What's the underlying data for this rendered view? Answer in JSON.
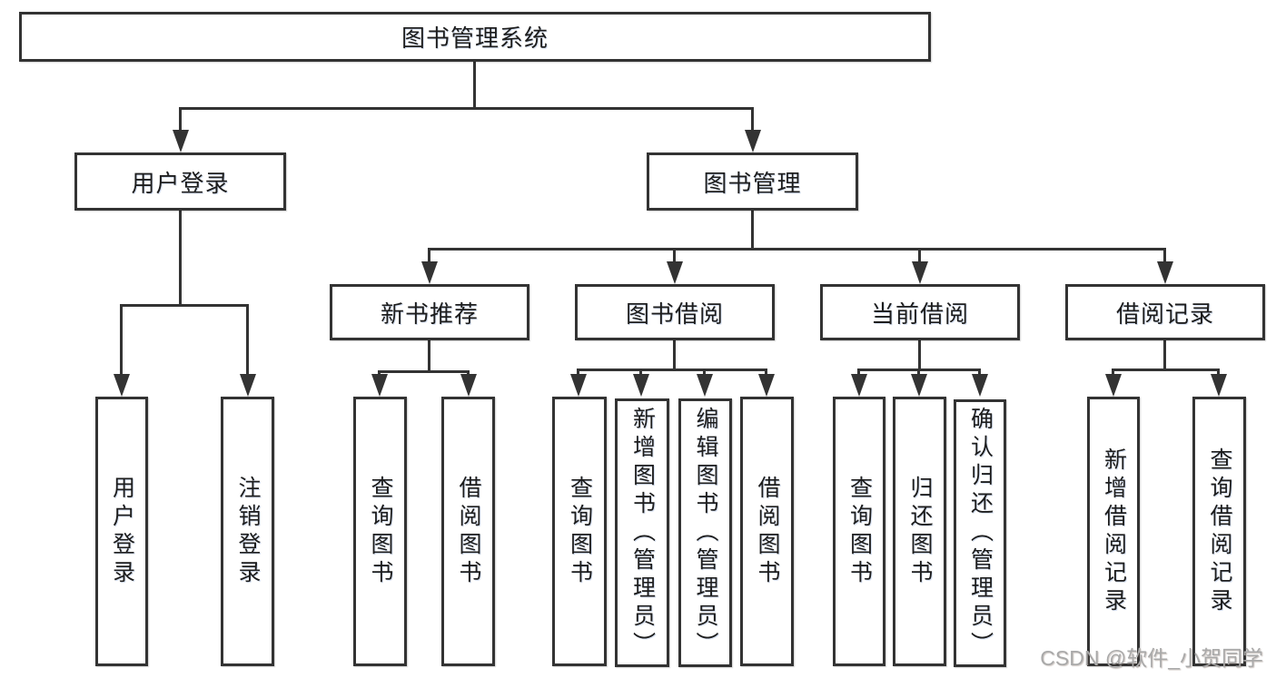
{
  "diagram": {
    "title": "图书管理系统",
    "root": {
      "label": "图书管理系统"
    },
    "level2": [
      {
        "label": "用户登录"
      },
      {
        "label": "图书管理"
      }
    ],
    "level3": [
      {
        "label": "新书推荐"
      },
      {
        "label": "图书借阅"
      },
      {
        "label": "当前借阅"
      },
      {
        "label": "借阅记录"
      }
    ],
    "leaves": {
      "user_login": [
        {
          "label": "用户登录"
        },
        {
          "label": "注销登录"
        }
      ],
      "new_books": [
        {
          "label": "查询图书"
        },
        {
          "label": "借阅图书"
        }
      ],
      "book_borrow": [
        {
          "label": "查询图书"
        },
        {
          "label": "新增图书（管理员）"
        },
        {
          "label": "编辑图书（管理员）"
        },
        {
          "label": "借阅图书"
        }
      ],
      "current_borrow": [
        {
          "label": "查询图书"
        },
        {
          "label": "归还图书"
        },
        {
          "label": "确认归还（管理员）"
        }
      ],
      "borrow_records": [
        {
          "label": "新增借阅记录"
        },
        {
          "label": "查询借阅记录"
        }
      ]
    },
    "watermark": "CSDN @软件_小贺同学",
    "colors": {
      "line": "#333333",
      "box_border": "#333333",
      "background": "#ffffff",
      "text": "#1d1d1d",
      "watermark": "#a9a9a9"
    }
  }
}
